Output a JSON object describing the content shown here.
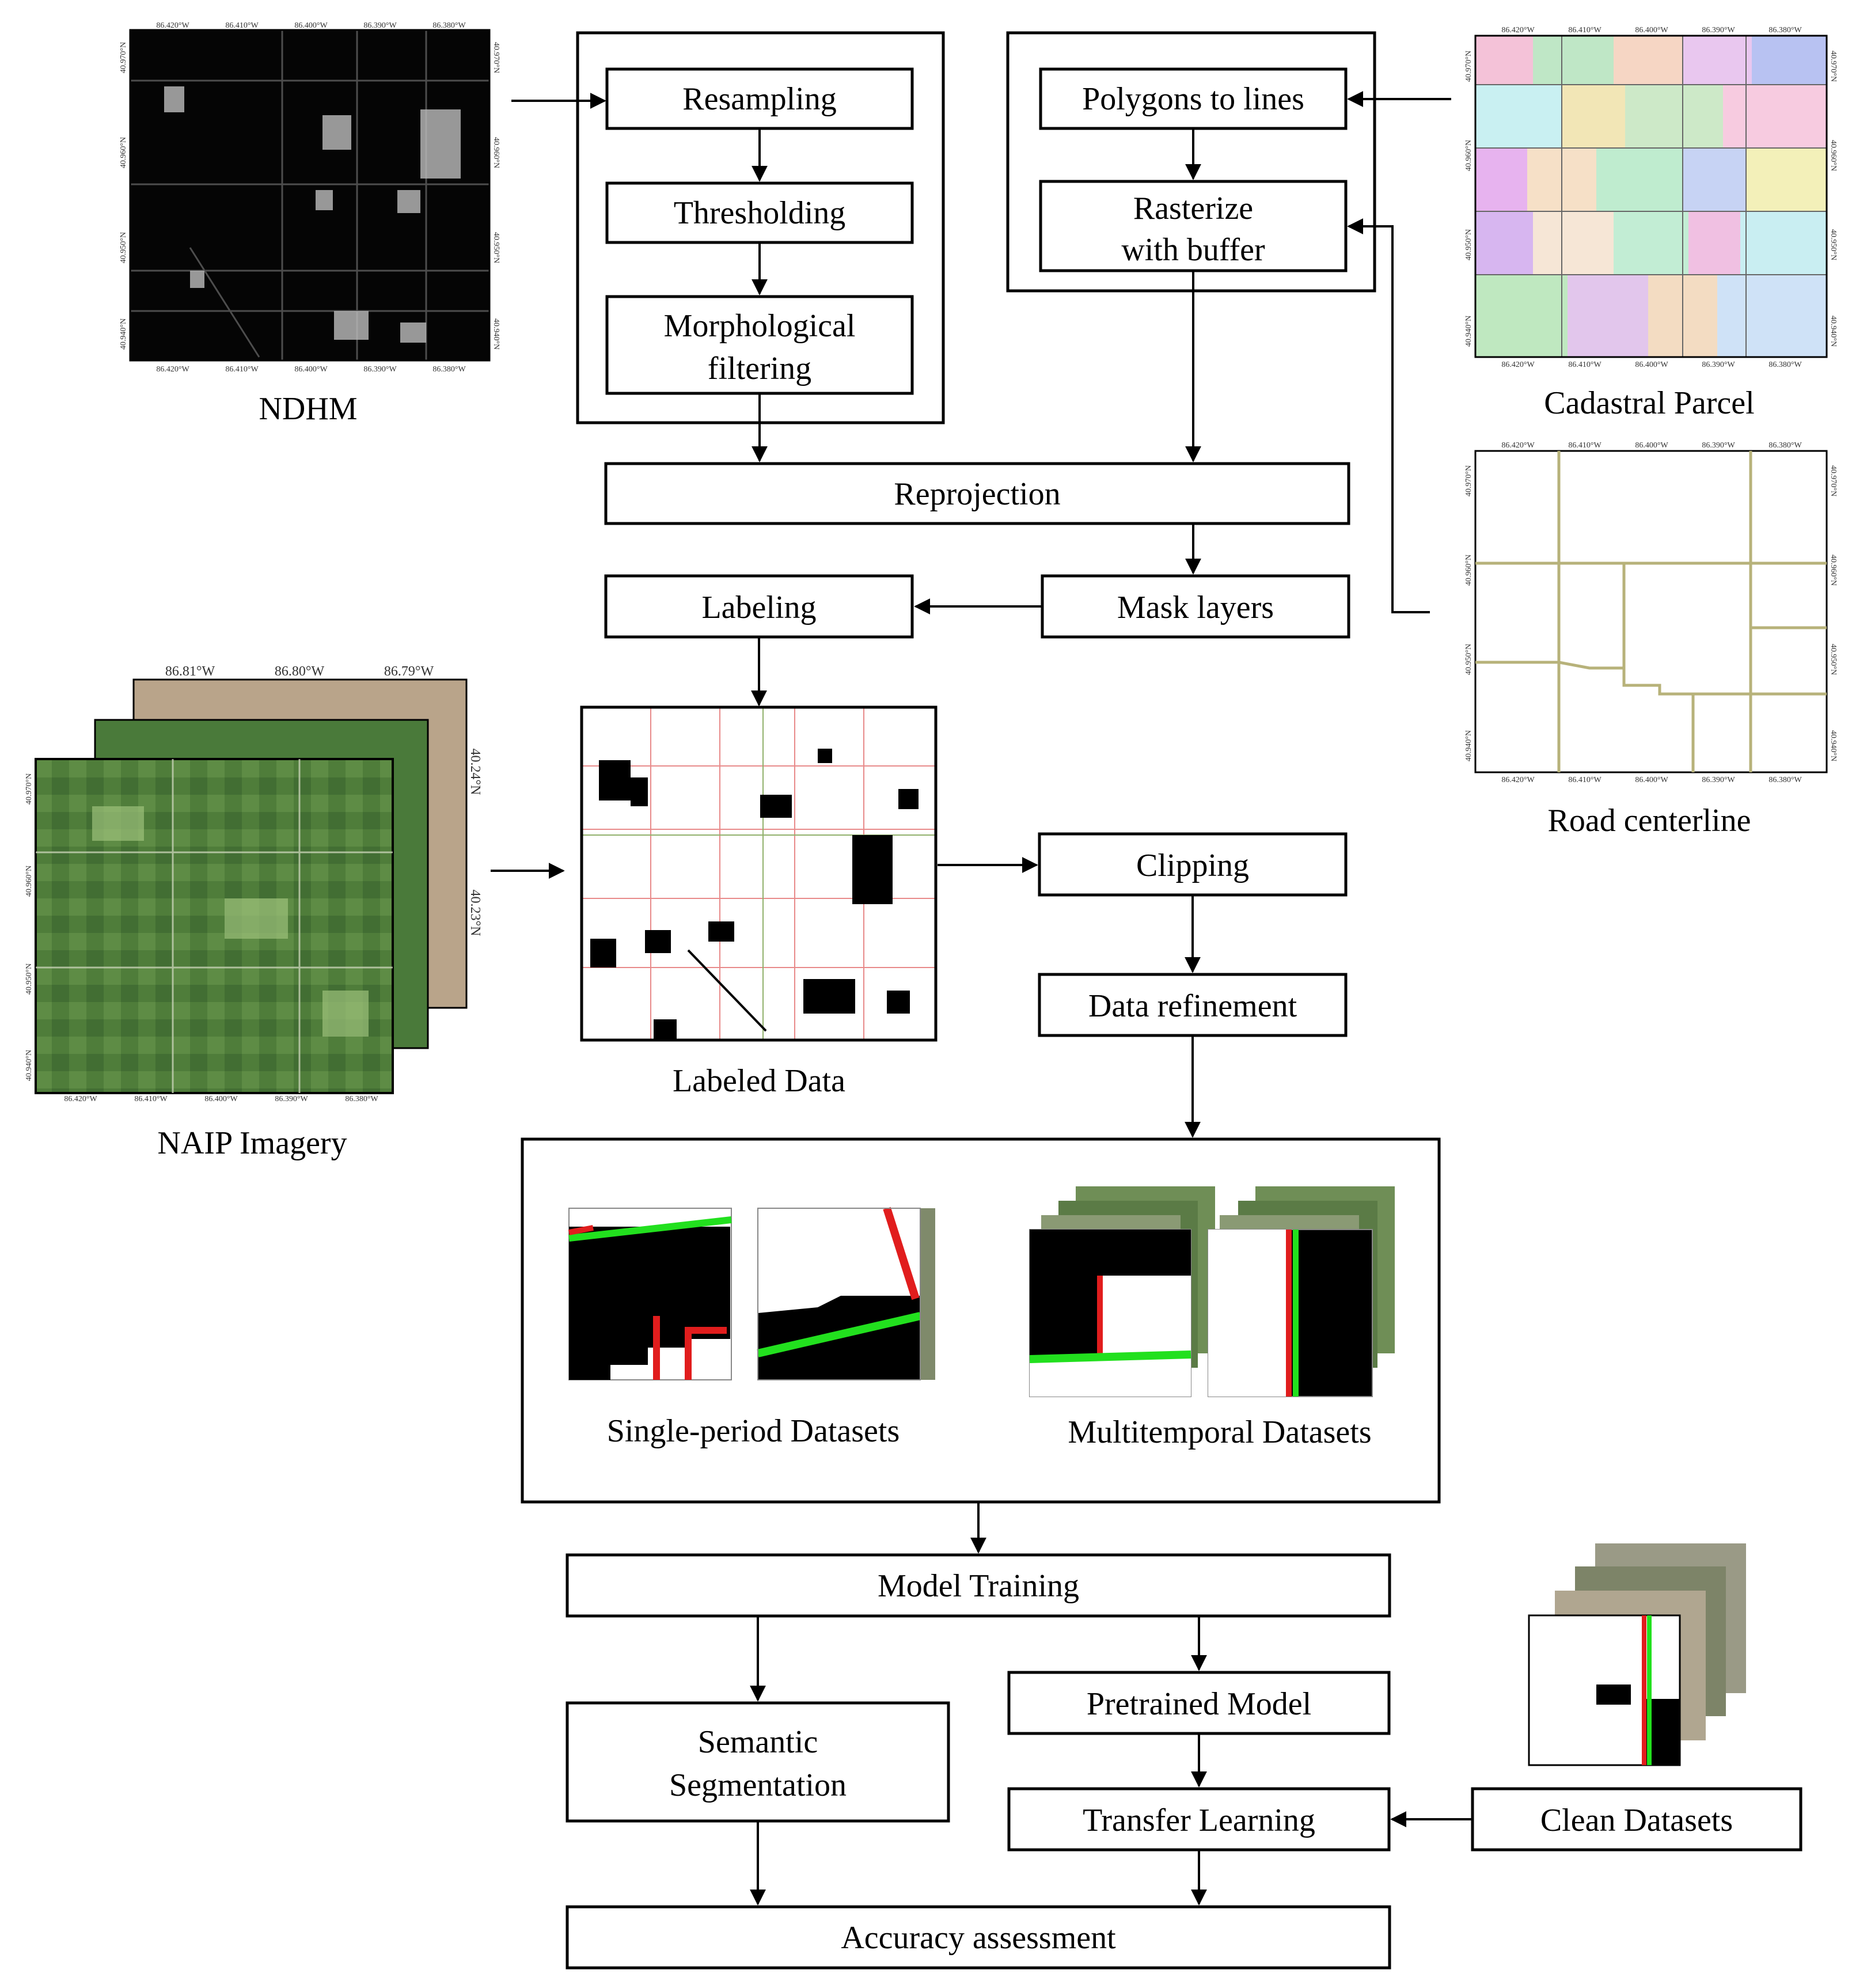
{
  "nodes": {
    "resampling": "Resampling",
    "thresholding": "Thresholding",
    "morph_1": "Morphological",
    "morph_2": "filtering",
    "polygons_to_lines": "Polygons to lines",
    "rasterize_1": "Rasterize",
    "rasterize_2": "with buffer",
    "reprojection": "Reprojection",
    "labeling": "Labeling",
    "mask_layers": "Mask layers",
    "clipping": "Clipping",
    "data_refinement": "Data refinement",
    "model_training": "Model Training",
    "semantic_1": "Semantic",
    "semantic_2": "Segmentation",
    "pretrained_model": "Pretrained Model",
    "transfer_learning": "Transfer Learning",
    "clean_datasets": "Clean Datasets",
    "accuracy_assessment": "Accuracy assessment"
  },
  "captions": {
    "ndhm": "NDHM",
    "cadastral": "Cadastral Parcel",
    "road": "Road centerline",
    "naip": "NAIP Imagery",
    "labeled": "Labeled Data",
    "single": "Single-period Datasets",
    "multi": "Multitemporal Datasets"
  },
  "map_ticks": {
    "lon": [
      "86.420°W",
      "86.410°W",
      "86.400°W",
      "86.390°W",
      "86.380°W"
    ],
    "lat": [
      "40.970°N",
      "40.960°N",
      "40.950°N",
      "40.940°N"
    ],
    "naip_lon": [
      "86.81°W",
      "86.80°W",
      "86.79°W"
    ],
    "naip_lat": [
      "40.24°N",
      "40.23°N"
    ]
  },
  "colors": {
    "line": "#000000",
    "road_outline": "#b7b27a",
    "label_red": "#e11d1d",
    "label_green": "#22e01e",
    "vegetation": "#3d6b2f"
  }
}
